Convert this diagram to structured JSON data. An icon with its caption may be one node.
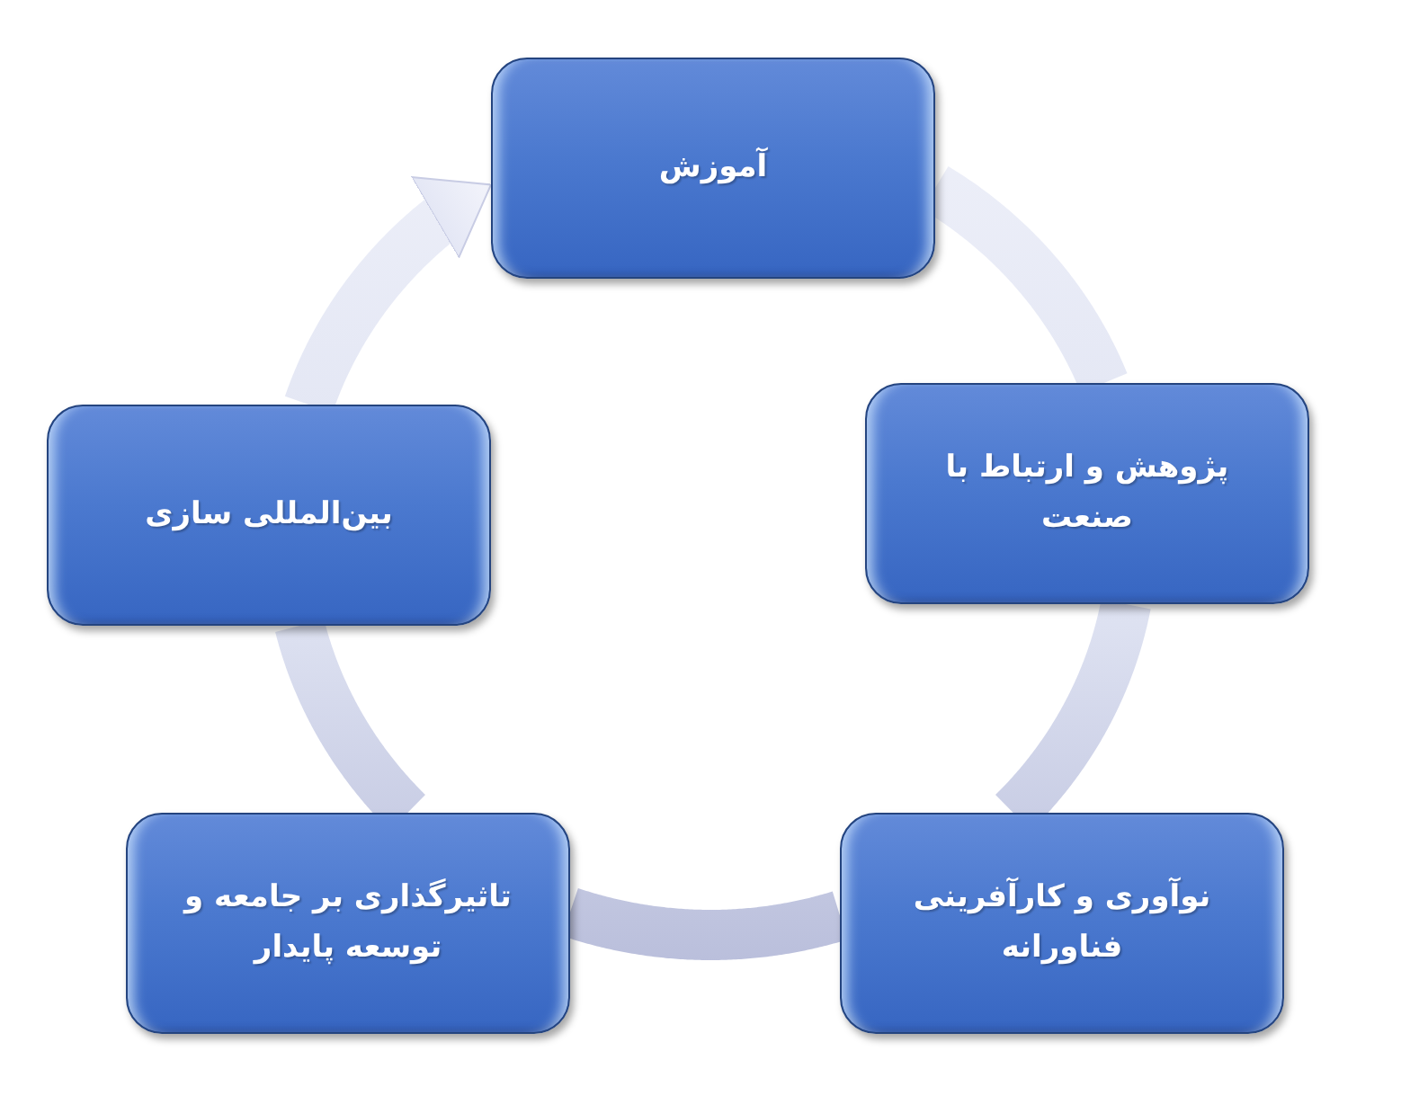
{
  "diagram": {
    "nodes": [
      {
        "text": [
          "آموزش"
        ]
      },
      {
        "text": [
          "پژوهش و ارتباط با صنعت"
        ]
      },
      {
        "text": [
          "نوآوری و کارآفرینی فناورانه"
        ]
      },
      {
        "text": [
          "تاثیرگذاری بر جامعه و توسعه پایدار"
        ]
      },
      {
        "text": [
          "بین‌المللی سازی"
        ]
      }
    ],
    "edges": [
      {
        "from": 0,
        "to": 1,
        "arrow": "none"
      },
      {
        "from": 1,
        "to": 2,
        "arrow": "none"
      },
      {
        "from": 2,
        "to": 3,
        "arrow": "none"
      },
      {
        "from": 3,
        "to": 4,
        "arrow": "none"
      },
      {
        "from": 4,
        "to": 0,
        "arrow": "to"
      }
    ]
  }
}
